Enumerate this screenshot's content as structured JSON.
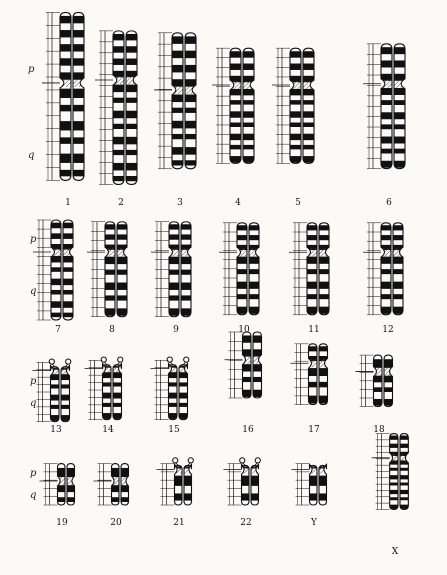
{
  "arm_labels": {
    "p": "p",
    "q": "q"
  },
  "rows": [
    {
      "arm_labels": [
        "p",
        "q"
      ],
      "chromosomes": [
        {
          "id": "chr1",
          "label": "1",
          "bands": 11,
          "shape": "metacentric"
        },
        {
          "id": "chr2",
          "label": "2",
          "bands": 12,
          "shape": "submetacentric"
        },
        {
          "id": "chr3",
          "label": "3",
          "bands": 10,
          "shape": "metacentric"
        },
        {
          "id": "chr4",
          "label": "4",
          "bands": 10,
          "shape": "submetacentric"
        },
        {
          "id": "chr5",
          "label": "5",
          "bands": 10,
          "shape": "submetacentric"
        },
        {
          "id": "chr6",
          "label": "6",
          "bands": 10,
          "shape": "submetacentric"
        }
      ]
    },
    {
      "arm_labels": [
        "p",
        "q"
      ],
      "chromosomes": [
        {
          "id": "chr7",
          "label": "7",
          "bands": 9,
          "shape": "submetacentric"
        },
        {
          "id": "chr8",
          "label": "8",
          "bands": 8,
          "shape": "submetacentric"
        },
        {
          "id": "chr9",
          "label": "9",
          "bands": 8,
          "shape": "submetacentric"
        },
        {
          "id": "chr10",
          "label": "10",
          "bands": 8,
          "shape": "submetacentric"
        },
        {
          "id": "chr11",
          "label": "11",
          "bands": 8,
          "shape": "submetacentric"
        },
        {
          "id": "chr12",
          "label": "12",
          "bands": 8,
          "shape": "submetacentric"
        }
      ]
    },
    {
      "arm_labels": [
        "p",
        "q"
      ],
      "chromosomes": [
        {
          "id": "chr13",
          "label": "13",
          "bands": 6,
          "shape": "acrocentric"
        },
        {
          "id": "chr14",
          "label": "14",
          "bands": 6,
          "shape": "acrocentric"
        },
        {
          "id": "chr15",
          "label": "15",
          "bands": 6,
          "shape": "acrocentric"
        },
        {
          "id": "chr16",
          "label": "16",
          "bands": 5,
          "shape": "metacentric"
        },
        {
          "id": "chr17",
          "label": "17",
          "bands": 5,
          "shape": "submetacentric"
        },
        {
          "id": "chr18",
          "label": "18",
          "bands": 4,
          "shape": "submetacentric"
        }
      ]
    },
    {
      "arm_labels": [
        "p",
        "q"
      ],
      "chromosomes": [
        {
          "id": "chr19",
          "label": "19",
          "bands": 3,
          "shape": "metacentric"
        },
        {
          "id": "chr20",
          "label": "20",
          "bands": 3,
          "shape": "metacentric"
        },
        {
          "id": "chr21",
          "label": "21",
          "bands": 3,
          "shape": "acrocentric"
        },
        {
          "id": "chr22",
          "label": "22",
          "bands": 3,
          "shape": "acrocentric"
        },
        {
          "id": "chrY",
          "label": "Y",
          "bands": 3,
          "shape": "acrocentric"
        },
        {
          "id": "chrX",
          "label": "X",
          "bands": 10,
          "shape": "submetacentric"
        }
      ]
    }
  ],
  "colors": {
    "ink": "#111111",
    "paper": "#fbfaf7",
    "hatch": "#555555"
  }
}
